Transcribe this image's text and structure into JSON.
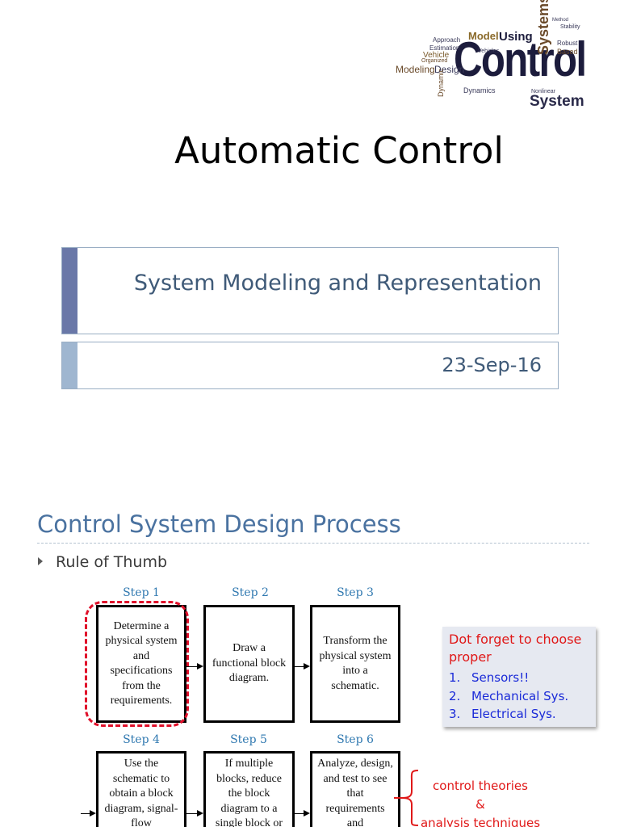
{
  "slide1": {
    "title": "Automatic Control",
    "subtitle": "System Modeling and Representation",
    "date": "23-Sep-16",
    "wordcloud": {
      "w_control": "Control",
      "w_system": "System",
      "w_systems": "Systems",
      "w_model": "Model",
      "w_using": "Using",
      "w_modeling": "Modeling",
      "w_design": "Design",
      "w_vehicle": "Vehicle",
      "w_dynamics": "Dynamics",
      "w_dynamic": "Dynamic",
      "w_based": "Based",
      "w_robust": "Robust",
      "w_approach": "Approach",
      "w_estimation": "Estimation",
      "w_nonlinear": "Nonlinear",
      "w_organized": "Organized",
      "w_vehicles": "Vehicles",
      "w_stability": "Stability",
      "w_method": "Method"
    }
  },
  "slide2": {
    "title": "Control System Design Process",
    "bullet": "Rule of Thumb",
    "steps": [
      {
        "label": "Step 1",
        "text": "Determine a physical system and specifications from the requirements."
      },
      {
        "label": "Step 2",
        "text": "Draw a functional block diagram."
      },
      {
        "label": "Step 3",
        "text": "Transform the physical system into a schematic."
      },
      {
        "label": "Step 4",
        "text": "Use the schematic to obtain a block diagram, signal-flow"
      },
      {
        "label": "Step 5",
        "text": "If multiple blocks, reduce the block diagram to a single block or"
      },
      {
        "label": "Step 6",
        "text": "Analyze, design, and test to see that requirements and"
      }
    ],
    "note": {
      "heading": "Dot forget to choose proper",
      "items": [
        {
          "num": "1.",
          "text": "Sensors!!"
        },
        {
          "num": "2.",
          "text": "Mechanical Sys."
        },
        {
          "num": "3.",
          "text": "Electrical Sys."
        }
      ]
    },
    "annotation": {
      "line1": "control theories",
      "line2": "&",
      "line3": "analysis techniques"
    }
  }
}
